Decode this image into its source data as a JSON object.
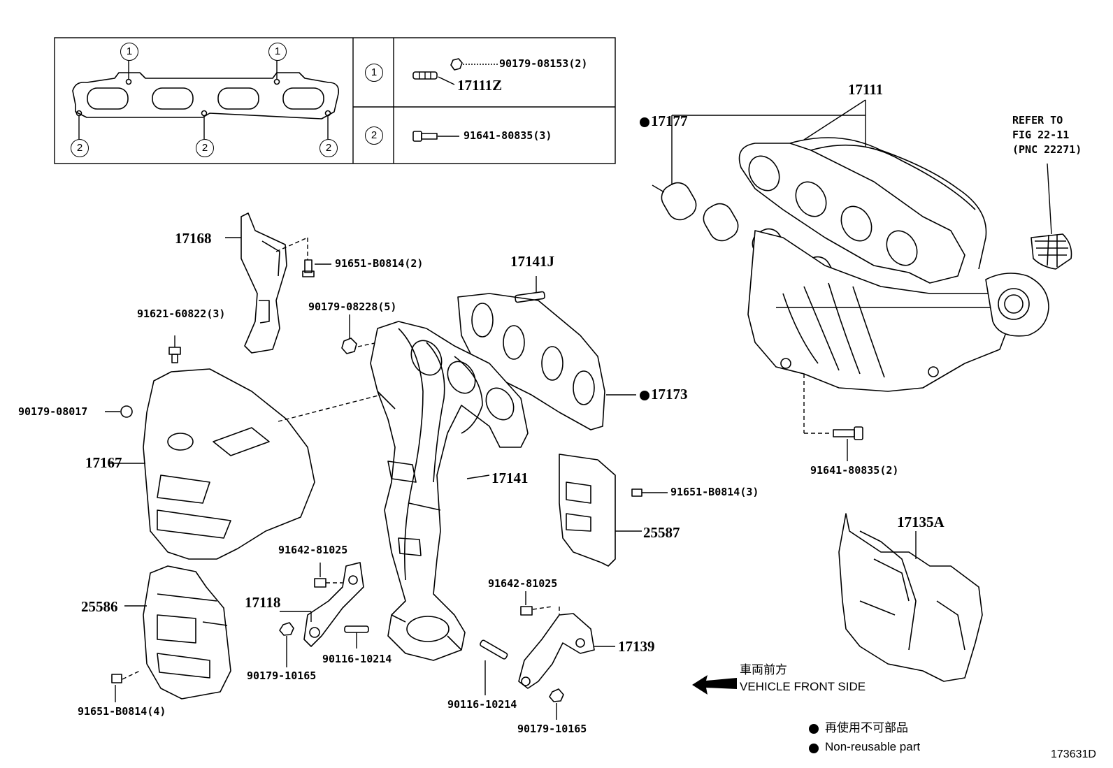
{
  "inset": {
    "marker_1": "1",
    "marker_2": "2",
    "row1": {
      "marker": "1",
      "nut": "90179-08153(2)",
      "stud": "17111Z"
    },
    "row2": {
      "marker": "2",
      "bolt": "91641-80835(3)"
    }
  },
  "parts": {
    "p17111": "17111",
    "p17177": "17177",
    "refer": [
      "REFER TO",
      "FIG 22-11",
      "(PNC 22271)"
    ],
    "p17168": "17168",
    "p91651_b0814_2": "91651-B0814(2)",
    "p17141j": "17141J",
    "p90179_08228": "90179-08228(5)",
    "p91621_60822": "91621-60822(3)",
    "p17173": "17173",
    "p90179_08017": "90179-08017",
    "p17167": "17167",
    "p17141": "17141",
    "p91641_80835_2": "91641-80835(2)",
    "p91651_b0814_3": "91651-B0814(3)",
    "p25587": "25587",
    "p17135a": "17135A",
    "p91642_81025_a": "91642-81025",
    "p25586": "25586",
    "p17118": "17118",
    "p90116_10214_a": "90116-10214",
    "p90179_10165_a": "90179-10165",
    "p91651_b0814_4": "91651-B0814(4)",
    "p91642_81025_b": "91642-81025",
    "p17139": "17139",
    "p90116_10214_b": "90116-10214",
    "p90179_10165_b": "90179-10165"
  },
  "front": {
    "jp": "車両前方",
    "en": "VEHICLE FRONT SIDE"
  },
  "legend": {
    "jp": "再使用不可部品",
    "en": "Non-reusable part"
  },
  "figure_id": "173631D",
  "icons": [
    "arrow-left-icon",
    "bullet-dot-icon"
  ]
}
